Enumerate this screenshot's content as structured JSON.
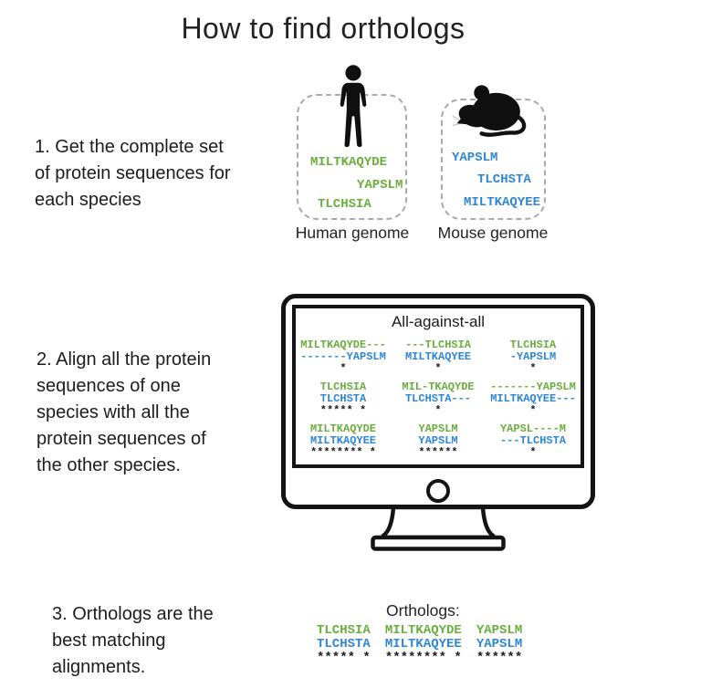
{
  "title": "How to find orthologs",
  "colors": {
    "green": "#69ae3c",
    "blue": "#2e86d4",
    "ink": "#1e1e1e",
    "dash_border": "#a9a9a9"
  },
  "icons": {
    "human": "human-icon",
    "mouse": "mouse-icon",
    "monitor": "monitor-icon"
  },
  "steps": [
    {
      "lines": [
        "1. Get the complete set",
        "of protein sequences for",
        "each species"
      ]
    },
    {
      "lines": [
        "2. Align all the protein",
        "sequences of one",
        "species with all the",
        "protein sequences of",
        "the other species."
      ]
    },
    {
      "lines": [
        "3. Orthologs are the",
        "best matching",
        "alignments."
      ]
    }
  ],
  "genomes": [
    {
      "label": "Human genome",
      "icon": "human-icon",
      "color": "green",
      "sequences": [
        "MILTKAQYDE",
        "YAPSLM",
        "TLCHSIA"
      ]
    },
    {
      "label": "Mouse genome",
      "icon": "mouse-icon",
      "color": "blue",
      "sequences": [
        "YAPSLM",
        "TLCHSTA",
        "MILTKAQYEE"
      ]
    }
  ],
  "monitor": {
    "screen_title": "All-against-all",
    "alignments": [
      {
        "top": "MILTKAQYDE---",
        "bottom": "-------YAPSLM",
        "stars": "*"
      },
      {
        "top": "---TLCHSIA",
        "bottom": "MILTKAQYEE",
        "stars": "*"
      },
      {
        "top": "TLCHSIA",
        "bottom": "-YAPSLM",
        "stars": "*"
      },
      {
        "top": "TLCHSIA",
        "bottom": "TLCHSTA",
        "stars": "***** *"
      },
      {
        "top": "MIL-TKAQYDE",
        "bottom": "TLCHSTA---",
        "stars": "*"
      },
      {
        "top": "-------YAPSLM",
        "bottom": "MILTKAQYEE---",
        "stars": "*"
      },
      {
        "top": "MILTKAQYDE",
        "bottom": "MILTKAQYEE",
        "stars": "******** *"
      },
      {
        "top": "YAPSLM",
        "bottom": "YAPSLM",
        "stars": "******"
      },
      {
        "top": "YAPSL----M",
        "bottom": "---TLCHSTA",
        "stars": "*"
      }
    ]
  },
  "orthologs": {
    "label": "Orthologs:",
    "pairs": [
      {
        "human": "TLCHSIA",
        "mouse": "TLCHSTA",
        "stars": "***** *"
      },
      {
        "human": "MILTKAQYDE",
        "mouse": "MILTKAQYEE",
        "stars": "******** *"
      },
      {
        "human": "YAPSLM",
        "mouse": "YAPSLM",
        "stars": "******"
      }
    ]
  }
}
